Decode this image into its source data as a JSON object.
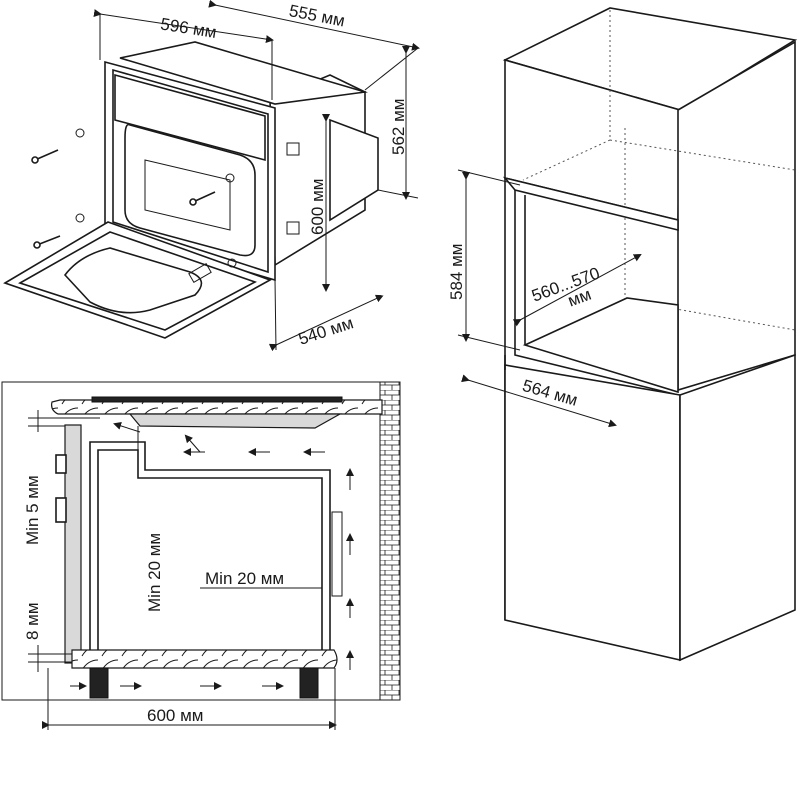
{
  "labels": {
    "oven_width": "596 мм",
    "oven_depth": "555 мм",
    "oven_height_outer": "562 мм",
    "oven_height_front": "600 мм",
    "oven_depth_inner": "540 мм",
    "niche_height": "584 мм",
    "niche_width_line1": "560...570",
    "niche_width_line2": "мм",
    "niche_depth": "564 мм",
    "min_5": "Min 5 мм",
    "min_20_vertical": "Min 20 мм",
    "min_20_horizontal": "Min 20 мм",
    "gap_8": "8 мм",
    "bottom_width": "600 мм"
  },
  "colors": {
    "line": "#1a1a1a",
    "panel_gray": "#d9d9d9",
    "background": "#ffffff"
  }
}
